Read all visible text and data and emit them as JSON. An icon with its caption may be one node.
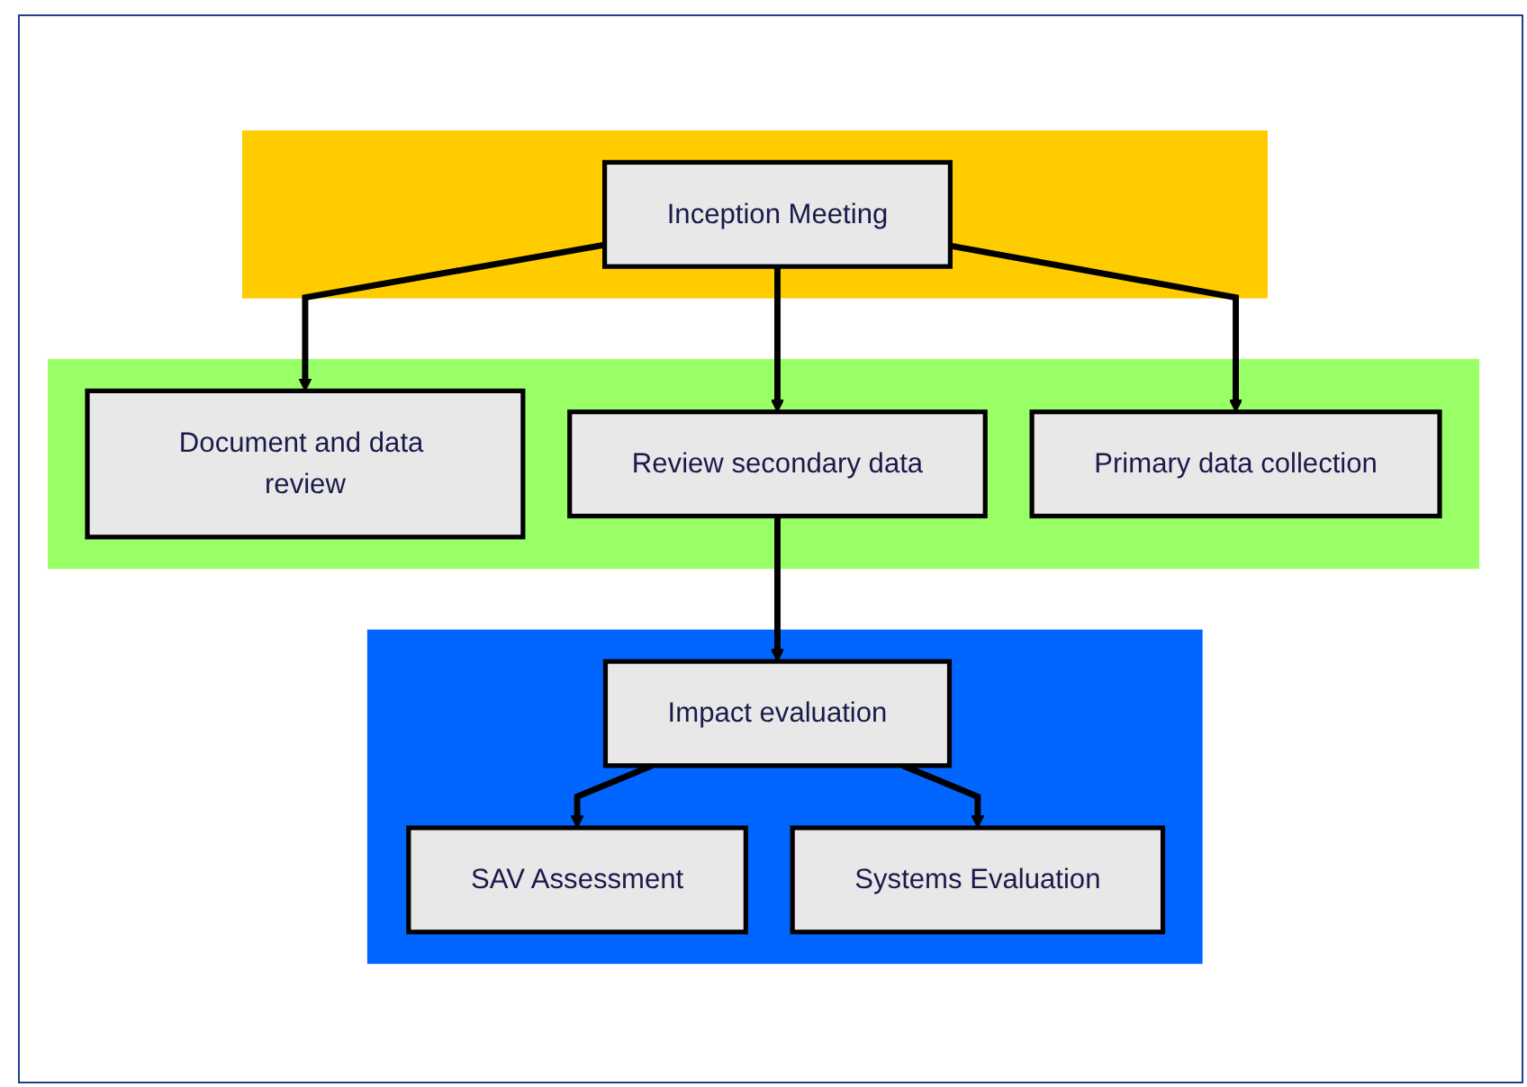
{
  "diagram": {
    "nodes": [
      {
        "text": [],
        "shape": "band"
      },
      {
        "text": [
          "Inception Meeting"
        ],
        "in": 0
      },
      {
        "text": [],
        "shape": "band"
      },
      {
        "text": [
          "Document and data review"
        ],
        "in": 2
      },
      {
        "text": [
          "Review secondary data"
        ],
        "in": 2
      },
      {
        "text": [
          "Primary data collection"
        ],
        "in": 2
      },
      {
        "text": [],
        "shape": "band"
      },
      {
        "text": [
          "Impact evaluation"
        ],
        "in": 6
      },
      {
        "text": [
          "SAV Assessment"
        ],
        "in": 6
      },
      {
        "text": [
          "Systems Evaluation"
        ],
        "in": 6
      }
    ],
    "edges": [
      {
        "from": 1,
        "to": 3,
        "arrow": "to"
      },
      {
        "from": 1,
        "to": 4,
        "arrow": "to"
      },
      {
        "from": 1,
        "to": 5,
        "arrow": "to"
      },
      {
        "from": 4,
        "to": 7,
        "arrow": "to"
      },
      {
        "from": 7,
        "to": 8,
        "arrow": "to"
      },
      {
        "from": 7,
        "to": 9,
        "arrow": "to"
      }
    ]
  }
}
